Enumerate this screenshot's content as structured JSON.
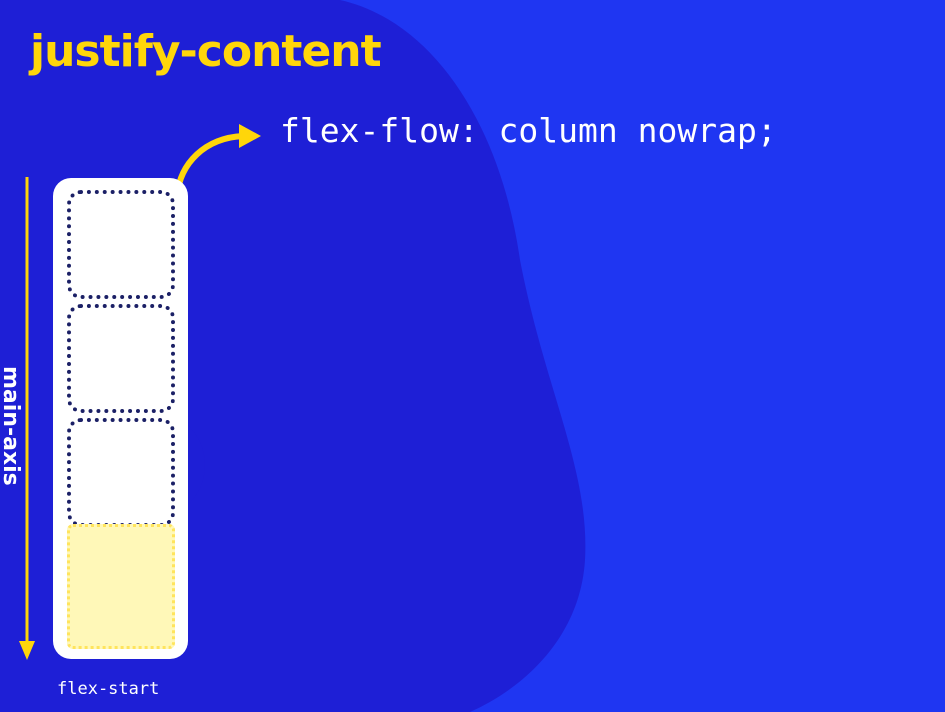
{
  "title": "justify-content",
  "code": "flex-flow: column nowrap;",
  "axis_label": "main-axis",
  "caption": "flex-start",
  "items_count": 3,
  "colors": {
    "background": "#1f36f2",
    "blob": "#1e1fd6",
    "accent_yellow": "#ffd60a",
    "item_border": "#1b2066",
    "free_space": "#fff8b8"
  }
}
